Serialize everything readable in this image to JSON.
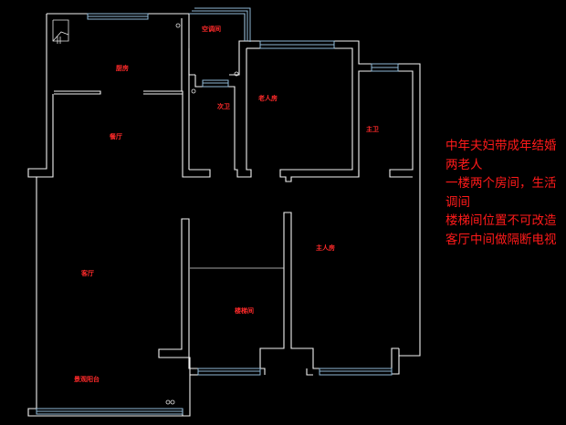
{
  "rooms": {
    "kitchen": "厨房",
    "ac_room": "空调间",
    "elder_room": "老人房",
    "second_bath": "次卫",
    "dining": "餐厅",
    "master_bath": "主卫",
    "living": "客厅",
    "master_room": "主人房",
    "stairwell": "楼梯间",
    "balcony": "景观阳台"
  },
  "notes": [
    "中年夫妇带成年结婚",
    "两老人",
    "一楼两个房间，生活",
    "调间",
    "楼梯间位置不可改造",
    "客厅中间做隔断电视"
  ]
}
